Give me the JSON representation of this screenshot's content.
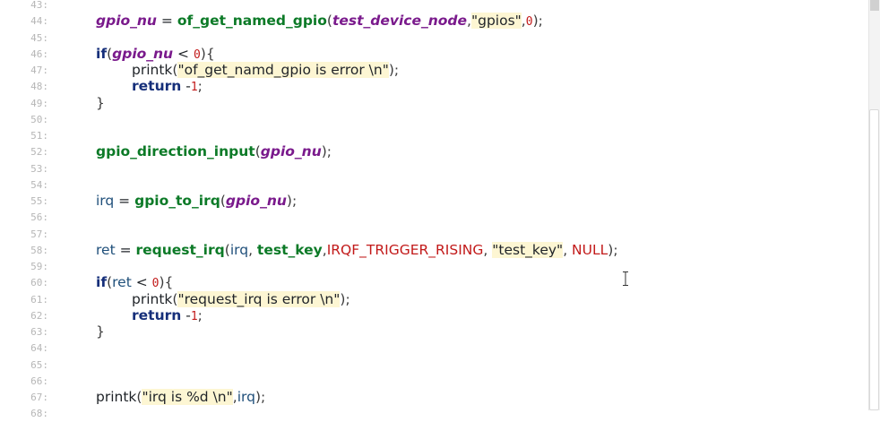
{
  "editor": {
    "lines": [
      {
        "n": "43:",
        "indent": 0,
        "tokens": []
      },
      {
        "n": "44:",
        "indent": 0,
        "tokens": [
          {
            "t": "gpio_nu",
            "c": "var"
          },
          {
            "t": " = ",
            "c": "plain"
          },
          {
            "t": "of_get_named_gpio",
            "c": "fn"
          },
          {
            "t": "(",
            "c": "punc"
          },
          {
            "t": "test_device_node",
            "c": "var"
          },
          {
            "t": ",",
            "c": "punc"
          },
          {
            "t": "\"gpios\"",
            "c": "str"
          },
          {
            "t": ",",
            "c": "punc"
          },
          {
            "t": "0",
            "c": "num"
          },
          {
            "t": ");",
            "c": "punc"
          }
        ]
      },
      {
        "n": "45:",
        "indent": 0,
        "tokens": []
      },
      {
        "n": "46:",
        "indent": 0,
        "tokens": [
          {
            "t": "if",
            "c": "kw"
          },
          {
            "t": "(",
            "c": "punc"
          },
          {
            "t": "gpio_nu",
            "c": "var"
          },
          {
            "t": " < ",
            "c": "plain"
          },
          {
            "t": "0",
            "c": "num"
          },
          {
            "t": "){",
            "c": "punc"
          }
        ]
      },
      {
        "n": "47:",
        "indent": 1,
        "tokens": [
          {
            "t": "printk",
            "c": "plain"
          },
          {
            "t": "(",
            "c": "punc"
          },
          {
            "t": "\"of_get_namd_gpio is error \\n\"",
            "c": "str"
          },
          {
            "t": ");",
            "c": "punc"
          }
        ]
      },
      {
        "n": "48:",
        "indent": 1,
        "tokens": [
          {
            "t": "return",
            "c": "kw"
          },
          {
            "t": " -",
            "c": "plain"
          },
          {
            "t": "1",
            "c": "num"
          },
          {
            "t": ";",
            "c": "punc"
          }
        ]
      },
      {
        "n": "49:",
        "indent": 0,
        "tokens": [
          {
            "t": "}",
            "c": "punc"
          }
        ]
      },
      {
        "n": "50:",
        "indent": 0,
        "tokens": []
      },
      {
        "n": "51:",
        "indent": 0,
        "tokens": []
      },
      {
        "n": "52:",
        "indent": 0,
        "tokens": [
          {
            "t": "gpio_direction_input",
            "c": "fn"
          },
          {
            "t": "(",
            "c": "punc"
          },
          {
            "t": "gpio_nu",
            "c": "var"
          },
          {
            "t": ");",
            "c": "punc"
          }
        ]
      },
      {
        "n": "53:",
        "indent": 0,
        "tokens": []
      },
      {
        "n": "54:",
        "indent": 0,
        "tokens": []
      },
      {
        "n": "55:",
        "indent": 0,
        "tokens": [
          {
            "t": "irq",
            "c": "ident"
          },
          {
            "t": " = ",
            "c": "plain"
          },
          {
            "t": "gpio_to_irq",
            "c": "fn"
          },
          {
            "t": "(",
            "c": "punc"
          },
          {
            "t": "gpio_nu",
            "c": "var"
          },
          {
            "t": ");",
            "c": "punc"
          }
        ]
      },
      {
        "n": "56:",
        "indent": 0,
        "tokens": []
      },
      {
        "n": "57:",
        "indent": 0,
        "tokens": []
      },
      {
        "n": "58:",
        "indent": 0,
        "tokens": [
          {
            "t": "ret",
            "c": "ident"
          },
          {
            "t": " = ",
            "c": "plain"
          },
          {
            "t": "request_irq",
            "c": "fn"
          },
          {
            "t": "(",
            "c": "punc"
          },
          {
            "t": "irq",
            "c": "ident"
          },
          {
            "t": ", ",
            "c": "punc"
          },
          {
            "t": "test_key",
            "c": "fn"
          },
          {
            "t": ",",
            "c": "punc"
          },
          {
            "t": "IRQF_TRIGGER_RISING",
            "c": "mac"
          },
          {
            "t": ", ",
            "c": "punc"
          },
          {
            "t": "\"test_key\"",
            "c": "str"
          },
          {
            "t": ", ",
            "c": "punc"
          },
          {
            "t": "NULL",
            "c": "mac"
          },
          {
            "t": ");",
            "c": "punc"
          }
        ]
      },
      {
        "n": "59:",
        "indent": 0,
        "tokens": []
      },
      {
        "n": "60:",
        "indent": 0,
        "tokens": [
          {
            "t": "if",
            "c": "kw"
          },
          {
            "t": "(",
            "c": "punc"
          },
          {
            "t": "ret",
            "c": "ident"
          },
          {
            "t": " < ",
            "c": "plain"
          },
          {
            "t": "0",
            "c": "num"
          },
          {
            "t": "){",
            "c": "punc"
          }
        ]
      },
      {
        "n": "61:",
        "indent": 1,
        "tokens": [
          {
            "t": "printk",
            "c": "plain"
          },
          {
            "t": "(",
            "c": "punc"
          },
          {
            "t": "\"request_irq is error \\n\"",
            "c": "str"
          },
          {
            "t": ");",
            "c": "punc"
          }
        ]
      },
      {
        "n": "62:",
        "indent": 1,
        "tokens": [
          {
            "t": "return",
            "c": "kw"
          },
          {
            "t": " -",
            "c": "plain"
          },
          {
            "t": "1",
            "c": "num"
          },
          {
            "t": ";",
            "c": "punc"
          }
        ]
      },
      {
        "n": "63:",
        "indent": 0,
        "tokens": [
          {
            "t": "}",
            "c": "punc"
          }
        ]
      },
      {
        "n": "64:",
        "indent": 0,
        "tokens": []
      },
      {
        "n": "65:",
        "indent": 0,
        "tokens": []
      },
      {
        "n": "66:",
        "indent": 0,
        "tokens": []
      },
      {
        "n": "67:",
        "indent": 0,
        "tokens": [
          {
            "t": "printk",
            "c": "plain"
          },
          {
            "t": "(",
            "c": "punc"
          },
          {
            "t": "\"irq is %d \\n\"",
            "c": "str"
          },
          {
            "t": ",",
            "c": "punc"
          },
          {
            "t": "irq",
            "c": "ident"
          },
          {
            "t": ");",
            "c": "punc"
          }
        ]
      },
      {
        "n": "68:",
        "indent": 0,
        "tokens": []
      }
    ]
  },
  "icons": {
    "cursor": "text-cursor-icon"
  },
  "colors": {
    "function": "#0c7a27",
    "variable": "#7a1a8c",
    "keyword": "#162f7a",
    "number": "#c21a1a",
    "macro": "#c21a1a",
    "string_highlight": "#fdf6d3",
    "line_number": "#b6b6b6"
  }
}
